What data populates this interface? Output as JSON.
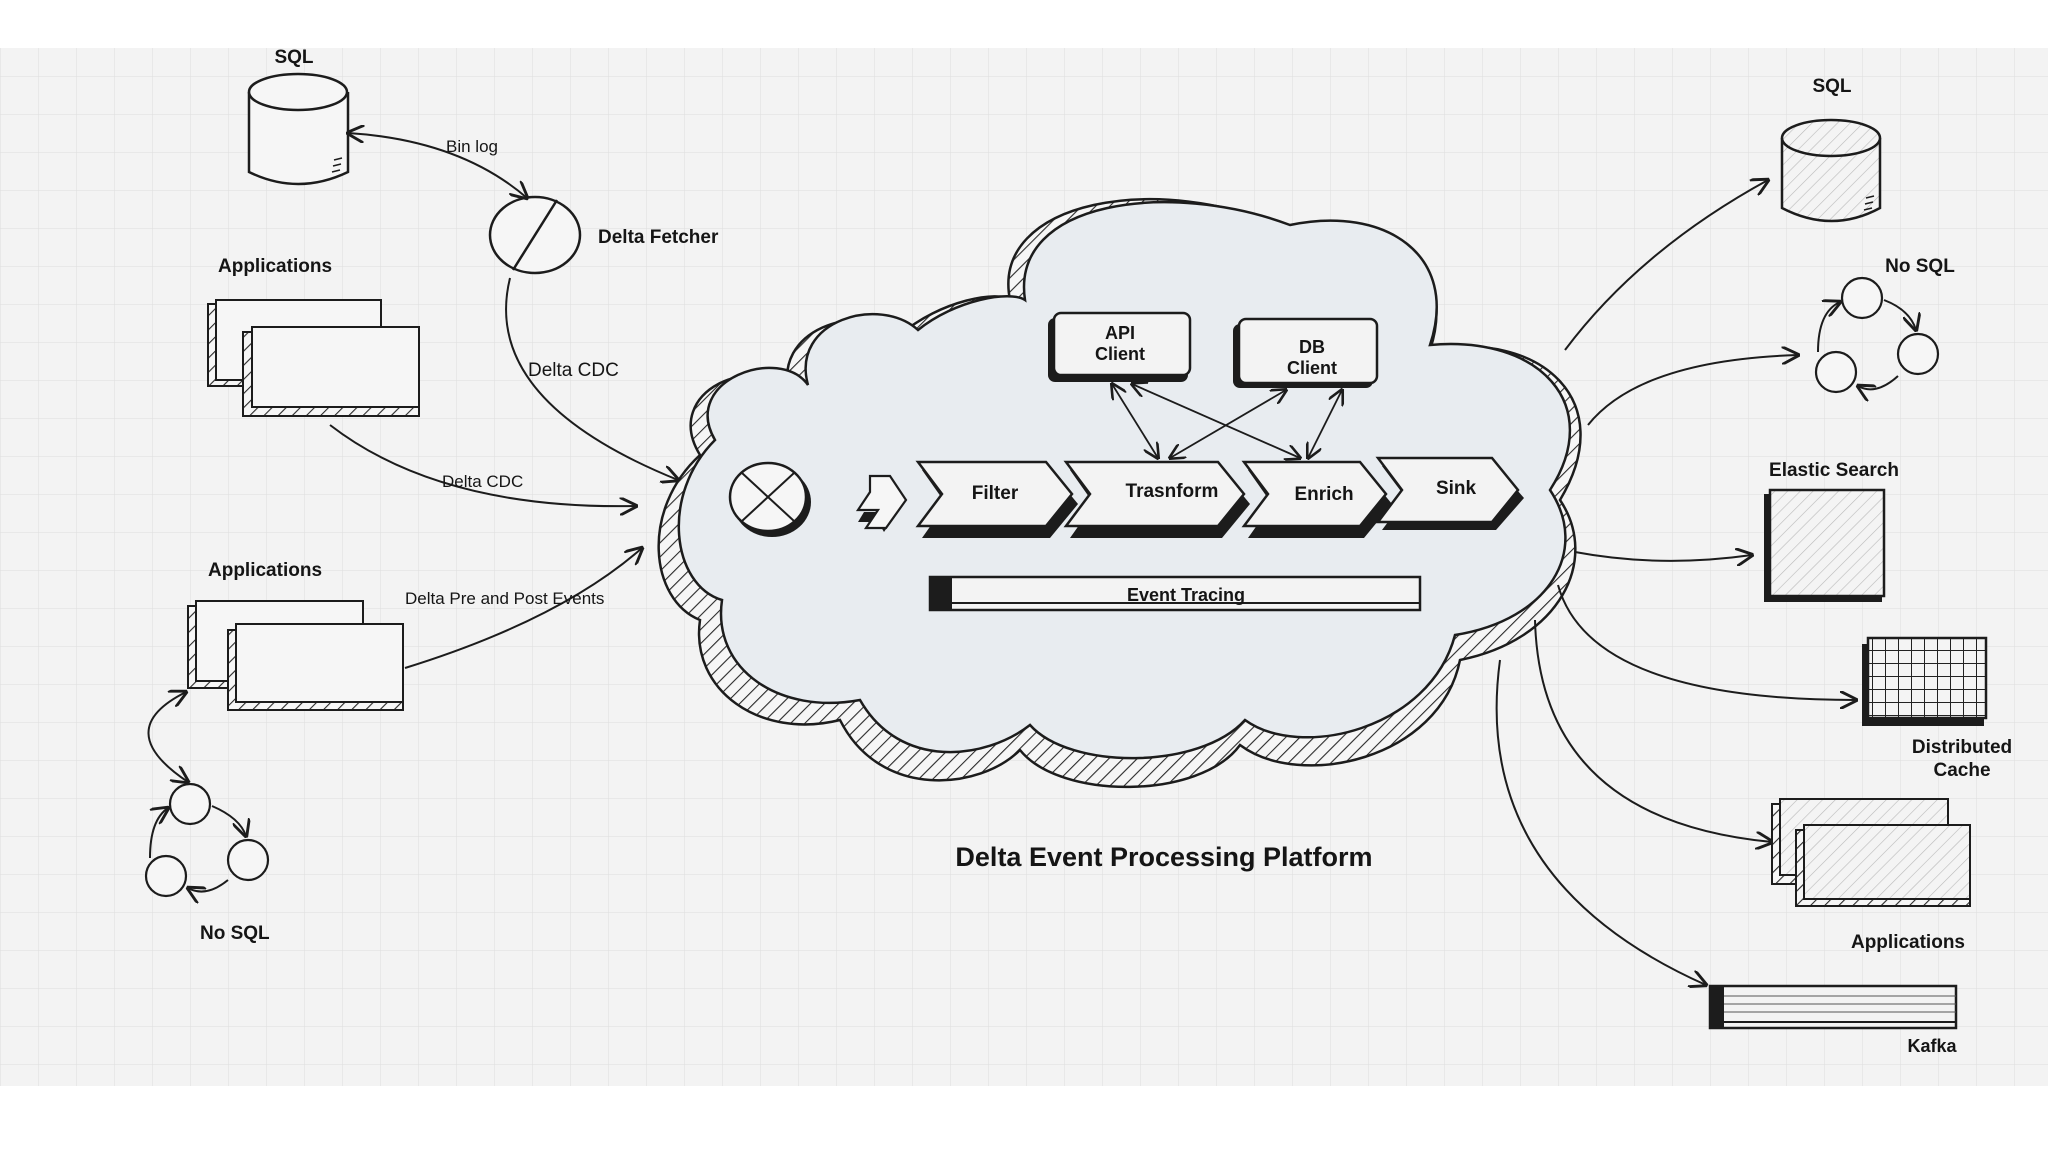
{
  "title": "Delta Event Processing Platform",
  "sources": {
    "sql_label": "SQL",
    "applications_top_label": "Applications",
    "applications_bottom_label": "Applications",
    "nosql_label": "No SQL",
    "delta_fetcher_label": "Delta Fetcher"
  },
  "edges": {
    "bin_log": "Bin log",
    "delta_cdc_fetcher": "Delta CDC",
    "delta_cdc_apps": "Delta CDC",
    "delta_pre_post": "Delta Pre and Post Events"
  },
  "platform": {
    "api_client": [
      "API",
      "Client"
    ],
    "db_client": [
      "DB",
      "Client"
    ],
    "stages": [
      "Filter",
      "Trasnform",
      "Enrich",
      "Sink"
    ],
    "event_tracing": "Event Tracing"
  },
  "sinks": {
    "sql_label": "SQL",
    "nosql_label": "No SQL",
    "elastic_label": "Elastic Search",
    "cache_label": [
      "Distributed",
      "Cache"
    ],
    "applications_label": "Applications",
    "kafka_label": "Kafka"
  },
  "colors": {
    "ink": "#1c1c1c",
    "grid": "#e3e3e3",
    "paper": "#f3f3f3",
    "cloud_fill": "#e8ecf0"
  }
}
